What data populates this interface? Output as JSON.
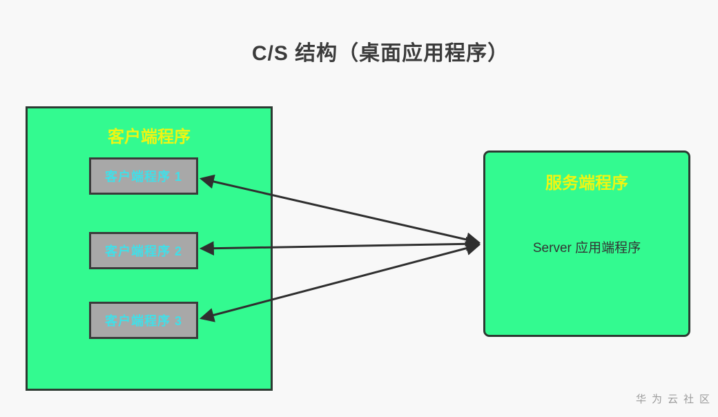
{
  "diagram": {
    "title": "C/S 结构（桌面应用程序）",
    "client_panel": {
      "label": "客户端程序",
      "boxes": [
        {
          "label": "客户端程序 1"
        },
        {
          "label": "客户端程序 2"
        },
        {
          "label": "客户端程序 3"
        }
      ]
    },
    "server_panel": {
      "label": "服务端程序",
      "body": "Server 应用端程序"
    },
    "connections": [
      {
        "from": "客户端程序 1",
        "to": "服务端程序",
        "bidirectional": true
      },
      {
        "from": "客户端程序 2",
        "to": "服务端程序",
        "bidirectional": true
      },
      {
        "from": "客户端程序 3",
        "to": "服务端程序",
        "bidirectional": true
      }
    ],
    "watermark": "华为云社区",
    "colors": {
      "background": "#f8f8f8",
      "panel_fill": "#33fa90",
      "panel_border": "#2c3a32",
      "panel_label": "#eff513",
      "client_box_fill": "#a8a8a8",
      "client_box_border": "#3a3a3a",
      "client_box_text": "#41dfe8",
      "title_text": "#3b3b3b",
      "server_body_text": "#333333",
      "arrow": "#2f2f2f",
      "watermark_text": "#9b9b9b"
    }
  }
}
